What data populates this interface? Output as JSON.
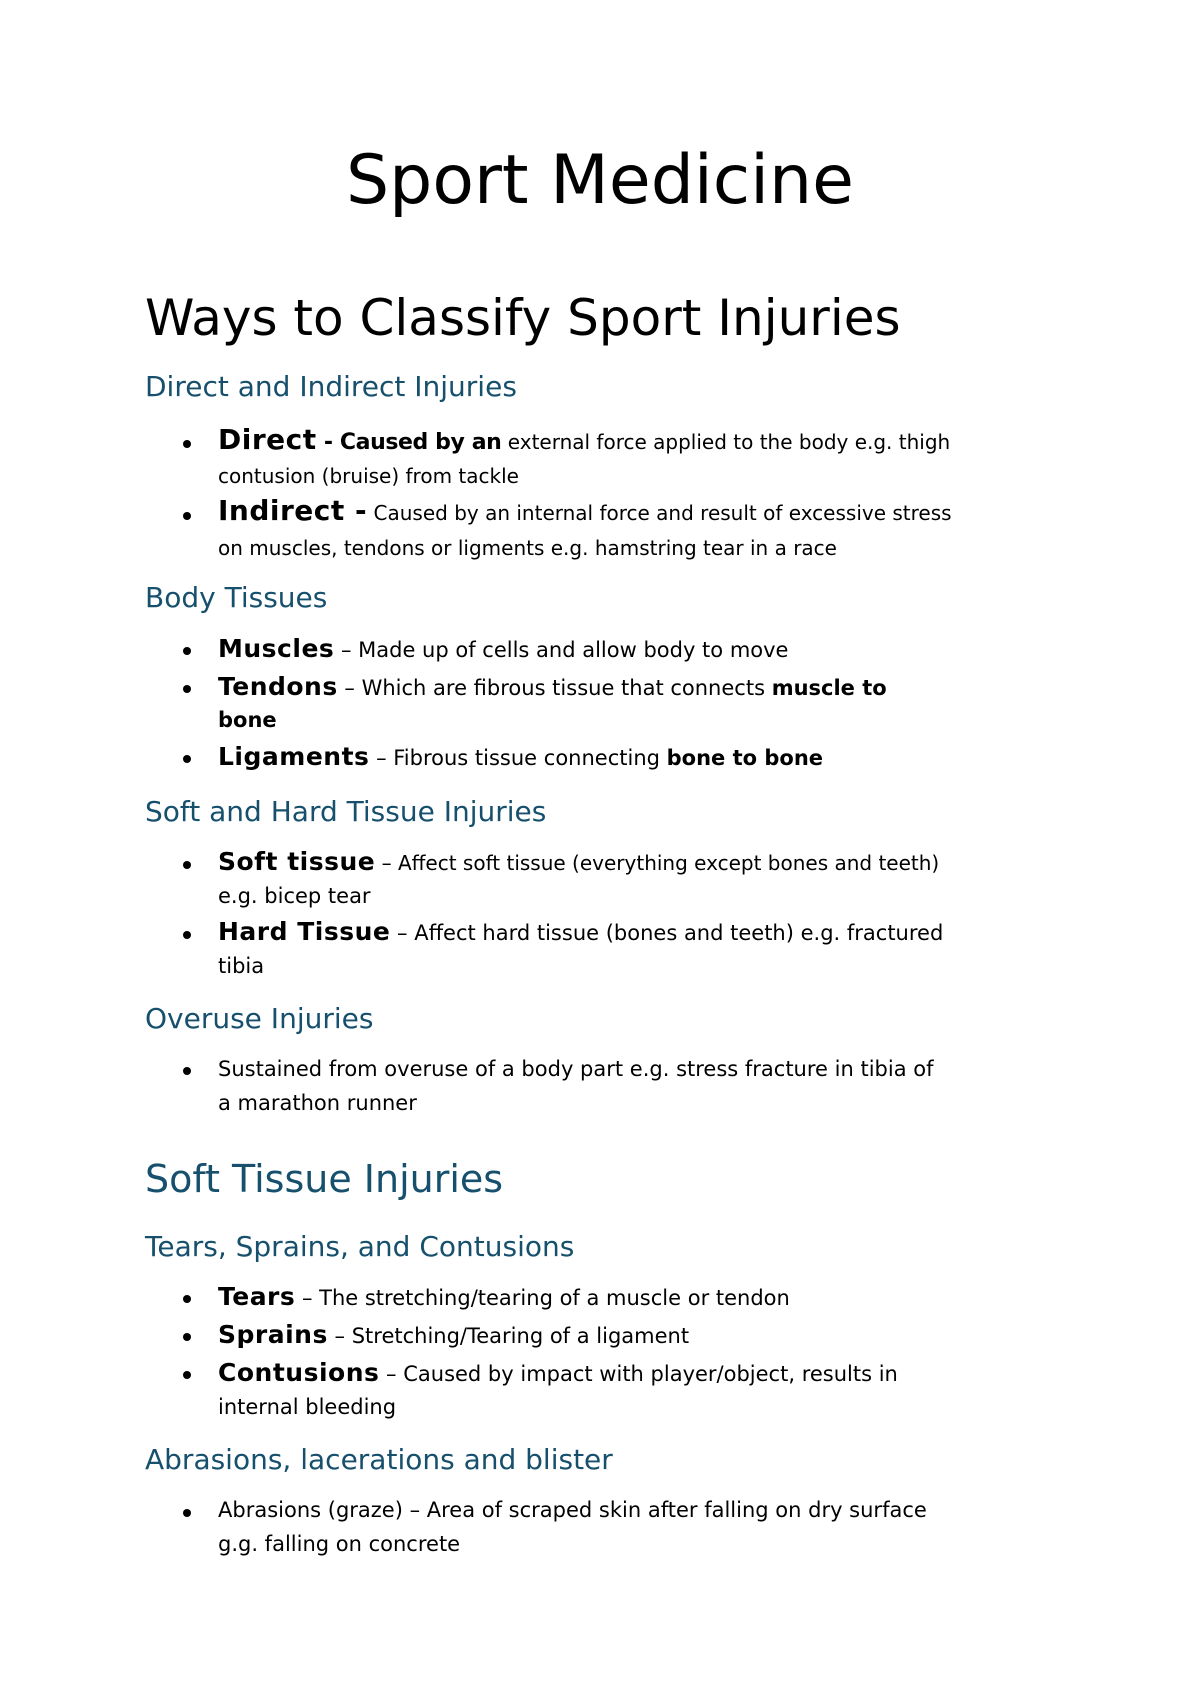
{
  "colors": {
    "heading": "#17506D",
    "text": "#000000",
    "background": "#FFFFFF"
  },
  "document": {
    "title": "Sport Medicine",
    "sections": [
      {
        "heading": "Ways to Classify Sport Injuries",
        "subsections": [
          {
            "heading": "Direct and Indirect Injuries",
            "items": [
              {
                "label": "Direct",
                "lead": " - Caused by an",
                "text": " external force applied to the body e.g. thigh",
                "cont": "contusion (bruise) from tackle"
              },
              {
                "label": "Indirect -",
                "text": " Caused by an internal force and result of excessive stress",
                "cont": "on muscles, tendons or ligments e.g. hamstring tear in a race"
              }
            ]
          },
          {
            "heading": "Body Tissues",
            "items": [
              {
                "label": "Muscles",
                "text": " – Made up of cells and allow body to move"
              },
              {
                "label": "Tendons",
                "text": " – Which are fibrous tissue that connects ",
                "bold_tail": "muscle to",
                "cont_bold": "bone"
              },
              {
                "label": "Ligaments",
                "text": " – Fibrous tissue connecting ",
                "bold_tail": "bone to bone"
              }
            ]
          },
          {
            "heading": "Soft and Hard Tissue Injuries",
            "items": [
              {
                "label": "Soft tissue",
                "text": " – Affect soft tissue (everything except bones and teeth)",
                "cont": "e.g. bicep tear"
              },
              {
                "label": "Hard Tissue",
                "text": " – Affect hard tissue (bones and teeth) e.g. fractured",
                "cont": "tibia"
              }
            ]
          },
          {
            "heading": "Overuse Injuries",
            "items": [
              {
                "text": "Sustained from overuse of a body part e.g. stress fracture in tibia of",
                "cont": "a marathon runner"
              }
            ]
          }
        ]
      },
      {
        "heading": "Soft Tissue Injuries",
        "subsections": [
          {
            "heading": "Tears, Sprains, and Contusions",
            "items": [
              {
                "label": "Tears",
                "text": " – The stretching/tearing of a muscle or tendon"
              },
              {
                "label": "Sprains",
                "text": " – Stretching/Tearing of a ligament"
              },
              {
                "label": "Contusions",
                "text": " – Caused by impact with player/object, results in",
                "cont": "internal bleeding"
              }
            ]
          },
          {
            "heading": "Abrasions, lacerations and blister",
            "items": [
              {
                "text": "Abrasions (graze) – Area of scraped skin after falling on dry surface",
                "cont": "g.g. falling on concrete"
              }
            ]
          }
        ]
      }
    ]
  }
}
